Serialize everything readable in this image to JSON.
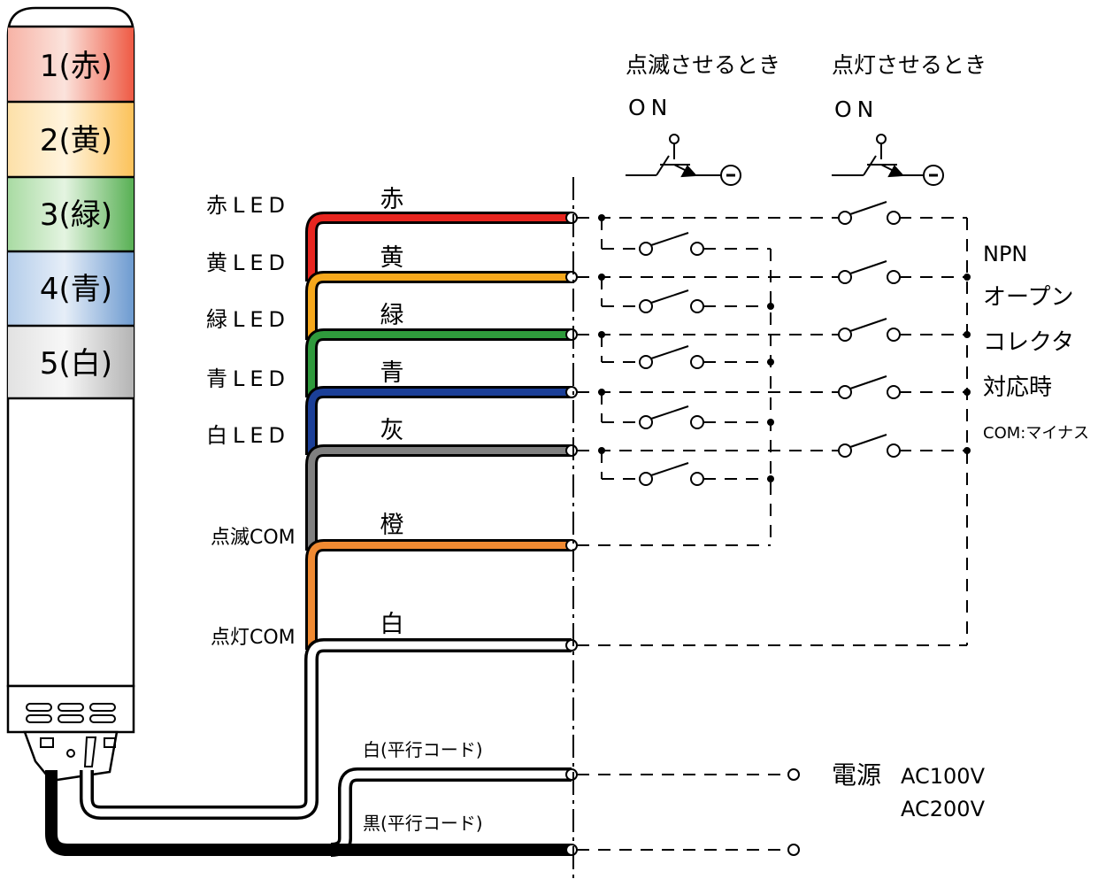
{
  "tower": {
    "tiers": [
      {
        "label": "1(赤)",
        "color": "#f07060"
      },
      {
        "label": "2(黄)",
        "color": "#fdd68a"
      },
      {
        "label": "3(緑)",
        "color": "#6fbf6a"
      },
      {
        "label": "4(青)",
        "color": "#7fa6d6"
      },
      {
        "label": "5(白)",
        "color": "#d2d2d2"
      }
    ]
  },
  "led_labels": [
    "赤LED",
    "黄LED",
    "緑LED",
    "青LED",
    "白LED"
  ],
  "com_labels": {
    "blink": "点滅COM",
    "light": "点灯COM"
  },
  "wires": [
    {
      "label": "赤",
      "color": "#e8251f"
    },
    {
      "label": "黄",
      "color": "#f6a81c"
    },
    {
      "label": "緑",
      "color": "#2f9a3c"
    },
    {
      "label": "青",
      "color": "#1b3f98"
    },
    {
      "label": "灰",
      "color": "#808080"
    },
    {
      "label": "橙",
      "color": "#f08a32"
    },
    {
      "label": "白",
      "color": "#ffffff"
    }
  ],
  "power_cords": {
    "white": "白(平行コード)",
    "black": "黒(平行コード)"
  },
  "switch_headers": {
    "blink": {
      "title": "点滅させるとき",
      "state": "ON"
    },
    "light": {
      "title": "点灯させるとき",
      "state": "ON"
    }
  },
  "npn_note": [
    "NPN",
    "オープン",
    "コレクタ",
    "対応時",
    "COM:マイナス"
  ],
  "power": {
    "label": "電源",
    "v1": "AC100V",
    "v2": "AC200V"
  }
}
